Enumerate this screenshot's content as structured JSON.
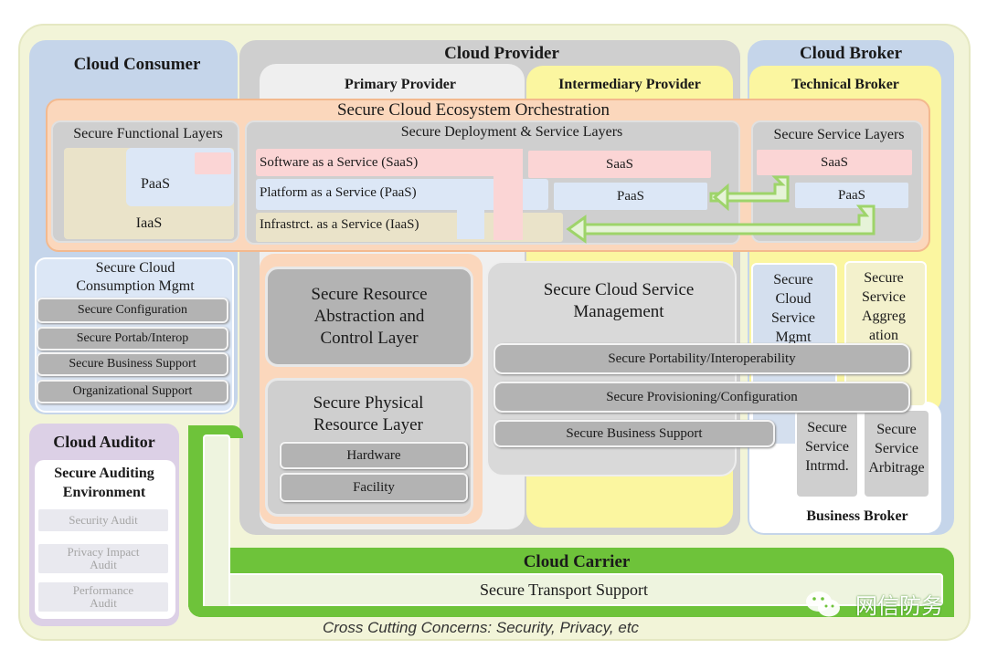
{
  "title": "Secure Cloud Ecosystem Orchestration",
  "consumer": {
    "title": "Cloud Consumer",
    "functional_layers": "Secure Functional Layers",
    "paas": "PaaS",
    "iaas": "IaaS",
    "consumption_mgmt": "Secure Cloud Consumption Mgmt",
    "items": [
      "Secure Configuration",
      "Secure Portab/Interop",
      "Secure Business  Support",
      "Organizational Support"
    ]
  },
  "provider": {
    "title": "Cloud Provider",
    "primary": "Primary  Provider",
    "intermediary": "Intermediary Provider",
    "deployment_layers": "Secure Deployment & Service Layers",
    "saas_full": "Software as a Service (SaaS)",
    "paas_full": "Platform as a Service (PaaS)",
    "iaas_full": "Infrastrct. as a Service (IaaS)",
    "saas": "SaaS",
    "paas": "PaaS",
    "resource_abstraction": "Secure Resource Abstraction and Control Layer",
    "physical_layer": "Secure Physical Resource Layer",
    "hardware": "Hardware",
    "facility": "Facility",
    "service_mgmt": "Secure Cloud Service Management",
    "portability": "Secure Portability/Interoperability",
    "provisioning": "Secure Provisioning/Configuration",
    "business_support": "Secure Business  Support"
  },
  "broker": {
    "title": "Cloud Broker",
    "technical": "Technical Broker",
    "service_layers": "Secure Service Layers",
    "saas": "SaaS",
    "paas": "PaaS",
    "service_mgmt": "Secure Cloud Service Mgmt",
    "aggregation": "Secure Service Aggreg ation",
    "intermediation": "Secure Service Intrmd.",
    "arbitrage": "Secure Service Arbitrage",
    "business": "Business Broker"
  },
  "auditor": {
    "title": "Cloud Auditor",
    "environment": "Secure Auditing Environment",
    "items": [
      "Security Audit",
      "Privacy Impact Audit",
      "Performance Audit"
    ]
  },
  "carrier": {
    "title": "Cloud Carrier",
    "transport": "Secure Transport  Support"
  },
  "footer": "Cross Cutting Concerns: Security, Privacy, etc",
  "watermark": "网信防务",
  "colors": {
    "outer_frame": "#f2f4d8",
    "consumer": "#c5d5ea",
    "provider": "#cfcfcf",
    "intermediary": "#fbf6a0",
    "broker": "#c5d5ea",
    "orchestration": "#fbd7bc",
    "auditor": "#dcd0e6",
    "carrier": "#6ec33a",
    "box_grey": "#b3b3b3",
    "arrow": "#9ed46a"
  }
}
